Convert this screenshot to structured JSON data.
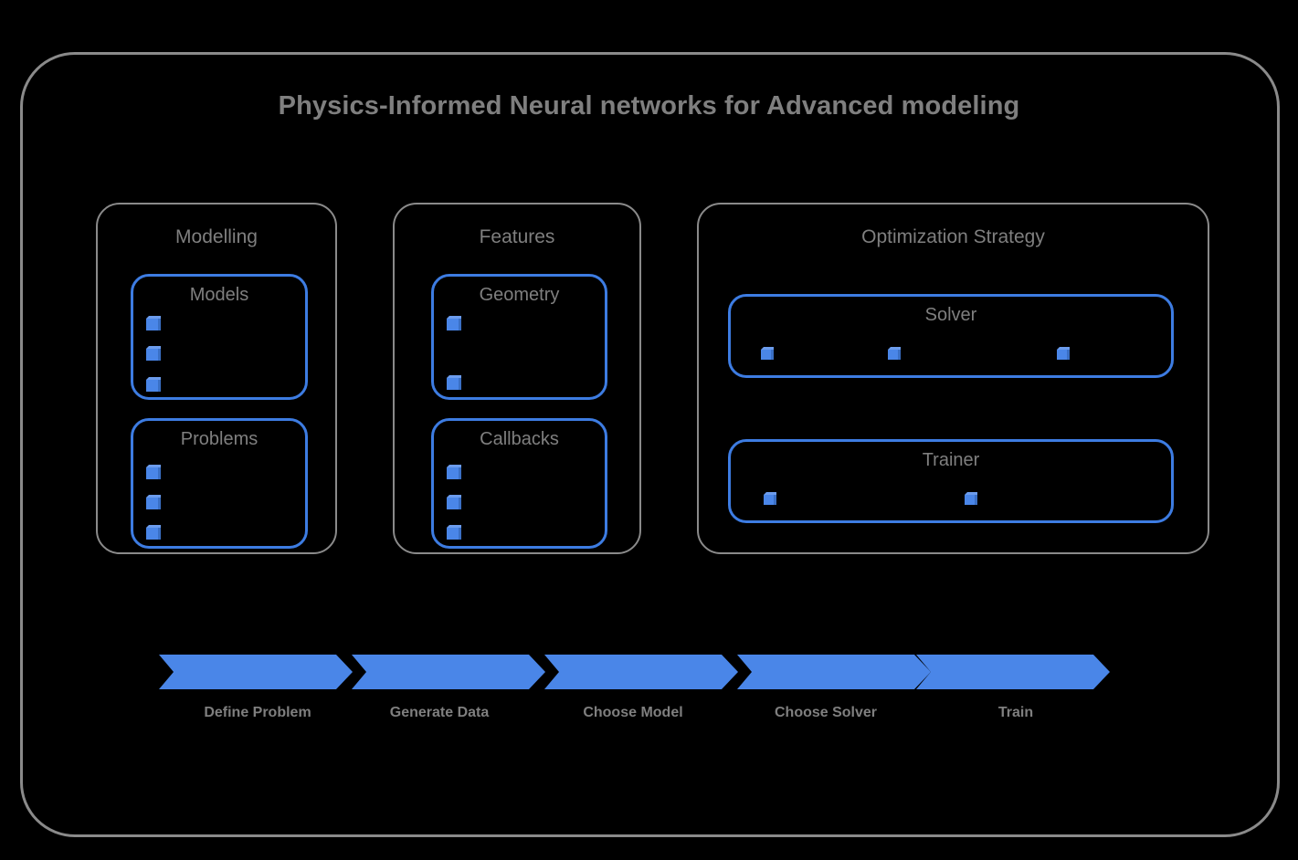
{
  "diagram": {
    "title": "Physics-Informed Neural networks for Advanced modeling",
    "colors": {
      "background": "#000000",
      "outer_border": "#8a8a8a",
      "group_border": "#8a8a8a",
      "sub_border": "#3d7ce2",
      "accent_blue": "#4a86e8",
      "text_gray": "#7f7f7f"
    }
  },
  "groups": [
    {
      "name": "modelling",
      "label": "Modelling",
      "boxes": [
        {
          "name": "models",
          "label": "Models",
          "item_icon": "cube-icon",
          "item_count": 3
        },
        {
          "name": "problems",
          "label": "Problems",
          "item_icon": "cube-icon",
          "item_count": 3
        }
      ]
    },
    {
      "name": "features",
      "label": "Features",
      "boxes": [
        {
          "name": "geometry",
          "label": "Geometry",
          "item_icon": "cube-icon",
          "item_count": 2
        },
        {
          "name": "callbacks",
          "label": "Callbacks",
          "item_icon": "cube-icon",
          "item_count": 3
        }
      ]
    },
    {
      "name": "optimization-strategy",
      "label": "Optimization Strategy",
      "boxes": [
        {
          "name": "solver",
          "label": "Solver",
          "item_icon": "cube-icon",
          "item_count": 3
        },
        {
          "name": "trainer",
          "label": "Trainer",
          "item_icon": "cube-icon",
          "item_count": 2
        }
      ]
    }
  ],
  "pipeline": {
    "arrow_color": "#4a86e8",
    "steps": [
      {
        "label": "Define Problem"
      },
      {
        "label": "Generate Data"
      },
      {
        "label": "Choose Model"
      },
      {
        "label": "Choose Solver"
      },
      {
        "label": "Train"
      }
    ]
  }
}
